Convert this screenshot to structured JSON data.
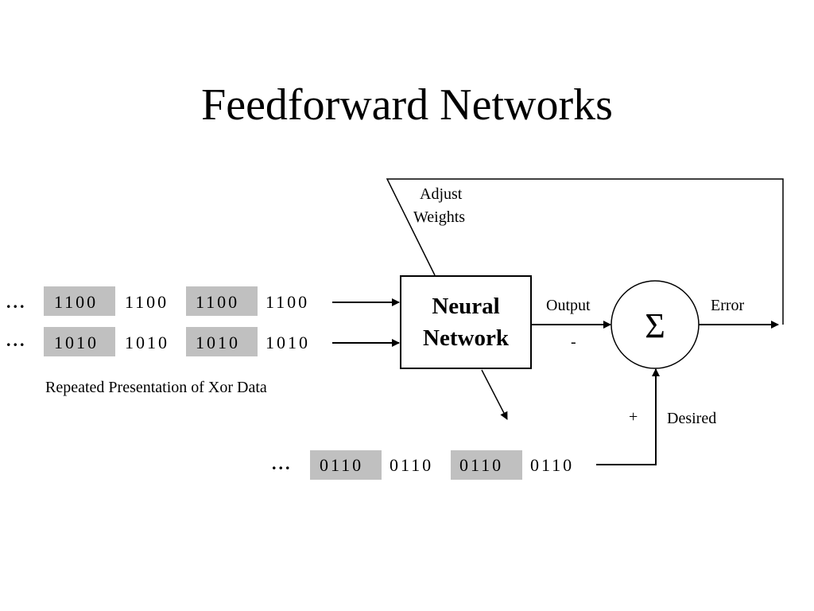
{
  "title": "Feedforward Networks",
  "diagram": {
    "box_line1": "Neural",
    "box_line2": "Network",
    "sigma": "Σ",
    "adjust_line1": "Adjust",
    "adjust_line2": "Weights",
    "output_label": "Output",
    "minus_sign": "-",
    "error_label": "Error",
    "plus_sign": "+",
    "desired_label": "Desired",
    "caption": "Repeated Presentation of Xor Data",
    "ellipsis": "...",
    "input_rows": [
      [
        "1100",
        "1100",
        "1100",
        "1100"
      ],
      [
        "1010",
        "1010",
        "1010",
        "1010"
      ]
    ],
    "desired_row": [
      "0110",
      "0110",
      "0110",
      "0110"
    ],
    "highlight_color": "#c0c0c0"
  }
}
